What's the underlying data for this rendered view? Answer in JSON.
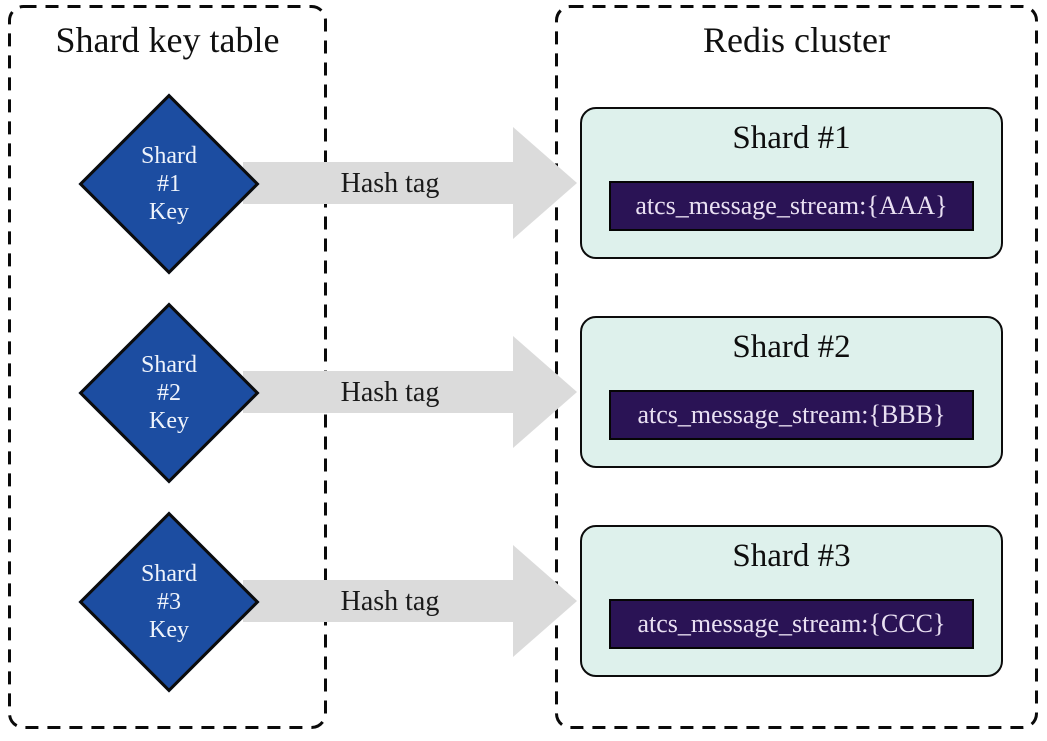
{
  "left_panel": {
    "title": "Shard key table"
  },
  "right_panel": {
    "title": "Redis cluster"
  },
  "rows": [
    {
      "key_lines": [
        "Shard",
        "#1",
        "Key"
      ],
      "arrow_label": "Hash tag",
      "shard_title": "Shard #1",
      "stream_key": "atcs_message_stream:{AAA}"
    },
    {
      "key_lines": [
        "Shard",
        "#2",
        "Key"
      ],
      "arrow_label": "Hash tag",
      "shard_title": "Shard #2",
      "stream_key": "atcs_message_stream:{BBB}"
    },
    {
      "key_lines": [
        "Shard",
        "#3",
        "Key"
      ],
      "arrow_label": "Hash tag",
      "shard_title": "Shard #3",
      "stream_key": "atcs_message_stream:{CCC}"
    }
  ],
  "colors": {
    "diamond_blue": "#1c4da1",
    "diamond_text": "#eef3fb",
    "shard_box_bg": "#def1ec",
    "stream_box_bg": "#2a1355",
    "stream_box_text": "#e9e0f2",
    "arrow_gray": "#dbdbdb",
    "ink": "#111111"
  }
}
